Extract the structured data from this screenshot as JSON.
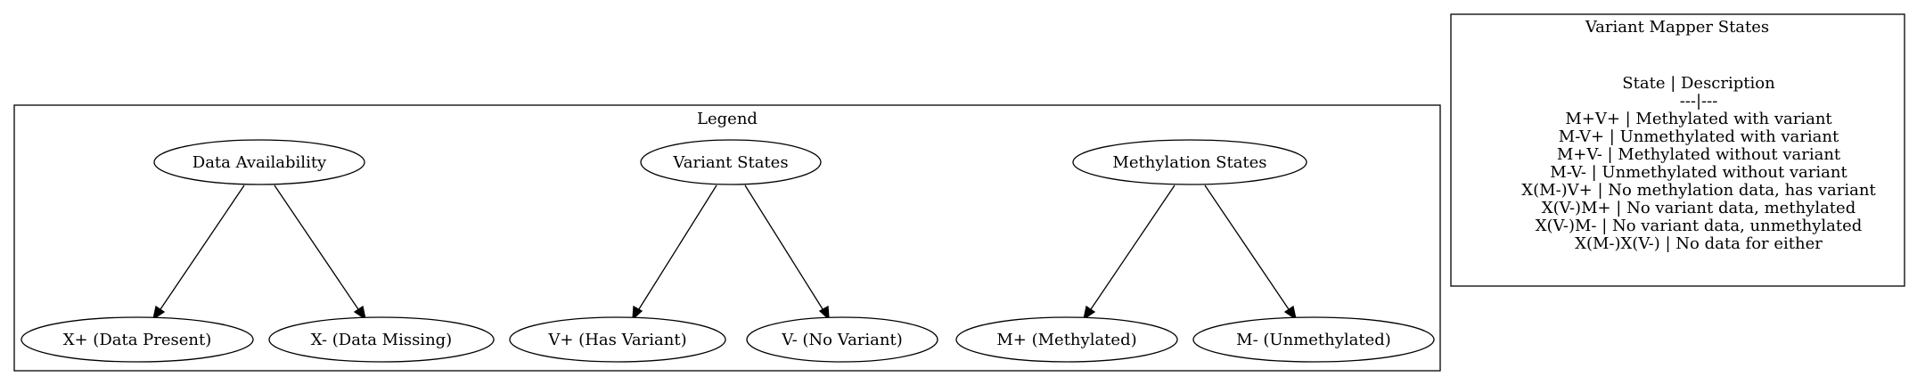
{
  "legend": {
    "title": "Legend",
    "groups": [
      {
        "label": "Data Availability",
        "children": [
          "X+ (Data Present)",
          "X- (Data Missing)"
        ]
      },
      {
        "label": "Variant States",
        "children": [
          "V+ (Has Variant)",
          "V- (No Variant)"
        ]
      },
      {
        "label": "Methylation States",
        "children": [
          "M+ (Methylated)",
          "M- (Unmethylated)"
        ]
      }
    ]
  },
  "states_table": {
    "title": "Variant Mapper States",
    "lines": [
      "State | Description",
      "---|---",
      "M+V+ | Methylated with variant",
      "M-V+ | Unmethylated with variant",
      "M+V- | Methylated without variant",
      "M-V- | Unmethylated without variant",
      "X(M-)V+ | No methylation data, has variant",
      "X(V-)M+ | No variant data, methylated",
      "X(V-)M- | No variant data, unmethylated",
      "X(M-)X(V-) | No data for either"
    ]
  },
  "colors": {
    "stroke": "#000000",
    "background": "#ffffff",
    "text": "#000000"
  }
}
